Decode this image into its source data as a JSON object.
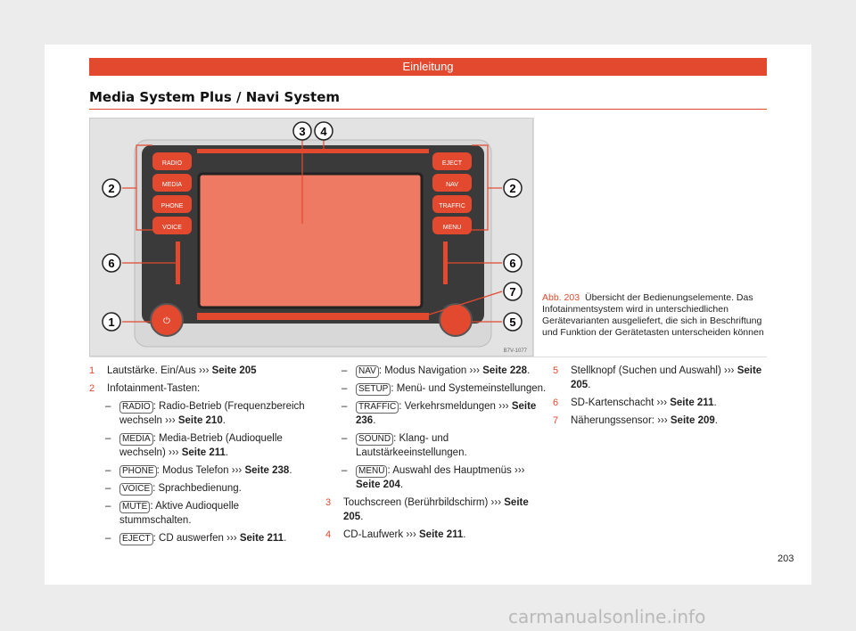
{
  "header": {
    "label": "Einleitung"
  },
  "section_title": "Media System Plus / Navi System",
  "figure": {
    "left_buttons": [
      "RADIO",
      "MEDIA",
      "PHONE",
      "VOICE"
    ],
    "right_buttons": [
      "EJECT",
      "NAV",
      "TRAFFIC",
      "MENU"
    ],
    "callouts": [
      "3",
      "4",
      "2",
      "2",
      "6",
      "6",
      "7",
      "1",
      "5"
    ],
    "power_symbol": "⏻",
    "code": "B7V-1077"
  },
  "caption": {
    "abb": "Abb. 203",
    "text": "Übersicht der Bedienungselemente. Das Infotainmentsystem wird in unterschiedlichen Gerätevarianten ausgeliefert, die sich in Beschriftung und Funktion der Gerätetasten unterscheiden können"
  },
  "arrow": "›››",
  "items": {
    "i1": {
      "num": "1",
      "text": "Lautstärke. Ein/Aus",
      "ref": "Seite 205"
    },
    "i2": {
      "num": "2",
      "text": "Infotainment-Tasten:"
    },
    "i3": {
      "num": "3",
      "text": "Touchscreen (Berührbildschirm)",
      "ref": "Seite 205"
    },
    "i4": {
      "num": "4",
      "text": "CD-Laufwerk",
      "ref": "Seite 211"
    },
    "i5": {
      "num": "5",
      "text": "Stellknopf (Suchen und Auswahl)",
      "ref": "Seite 205"
    },
    "i6": {
      "num": "6",
      "text": "SD-Kartenschacht",
      "ref": "Seite 211"
    },
    "i7": {
      "num": "7",
      "text": "Näherungssensor:",
      "ref": "Seite 209"
    }
  },
  "subitems": {
    "radio": {
      "key": "RADIO",
      "text": ": Radio-Betrieb (Frequenzbereich wechseln",
      "ref": "Seite 210"
    },
    "media": {
      "key": "MEDIA",
      "text": ": Media-Betrieb (Audioquelle wechseln)",
      "ref": "Seite 211"
    },
    "phone": {
      "key": "PHONE",
      "text": ": Modus Telefon",
      "ref": "Seite 238"
    },
    "voice": {
      "key": "VOICE",
      "text": ": Sprachbedienung."
    },
    "mute": {
      "key": "MUTE",
      "text": ": Aktive Audioquelle stummschalten."
    },
    "eject": {
      "key": "EJECT",
      "text": ": CD auswerfen",
      "ref": "Seite 211"
    },
    "nav": {
      "key": "NAV",
      "text": ": Modus Navigation",
      "ref": "Seite 228"
    },
    "setup": {
      "key": "SETUP",
      "text": ": Menü- und Systemeinstellungen."
    },
    "traffic": {
      "key": "TRAFFIC",
      "text": ": Verkehrsmeldungen",
      "ref": "Seite 236"
    },
    "sound": {
      "key": "SOUND",
      "text": ": Klang- und Lautstärkeeinstellungen."
    },
    "menu": {
      "key": "MENÜ",
      "text": ": Auswahl des Hauptmenüs",
      "ref": "Seite 204"
    }
  },
  "dash": "–",
  "period": ".",
  "close_paren": ")",
  "page_number": "203",
  "watermark": "carmanualsonline.info"
}
